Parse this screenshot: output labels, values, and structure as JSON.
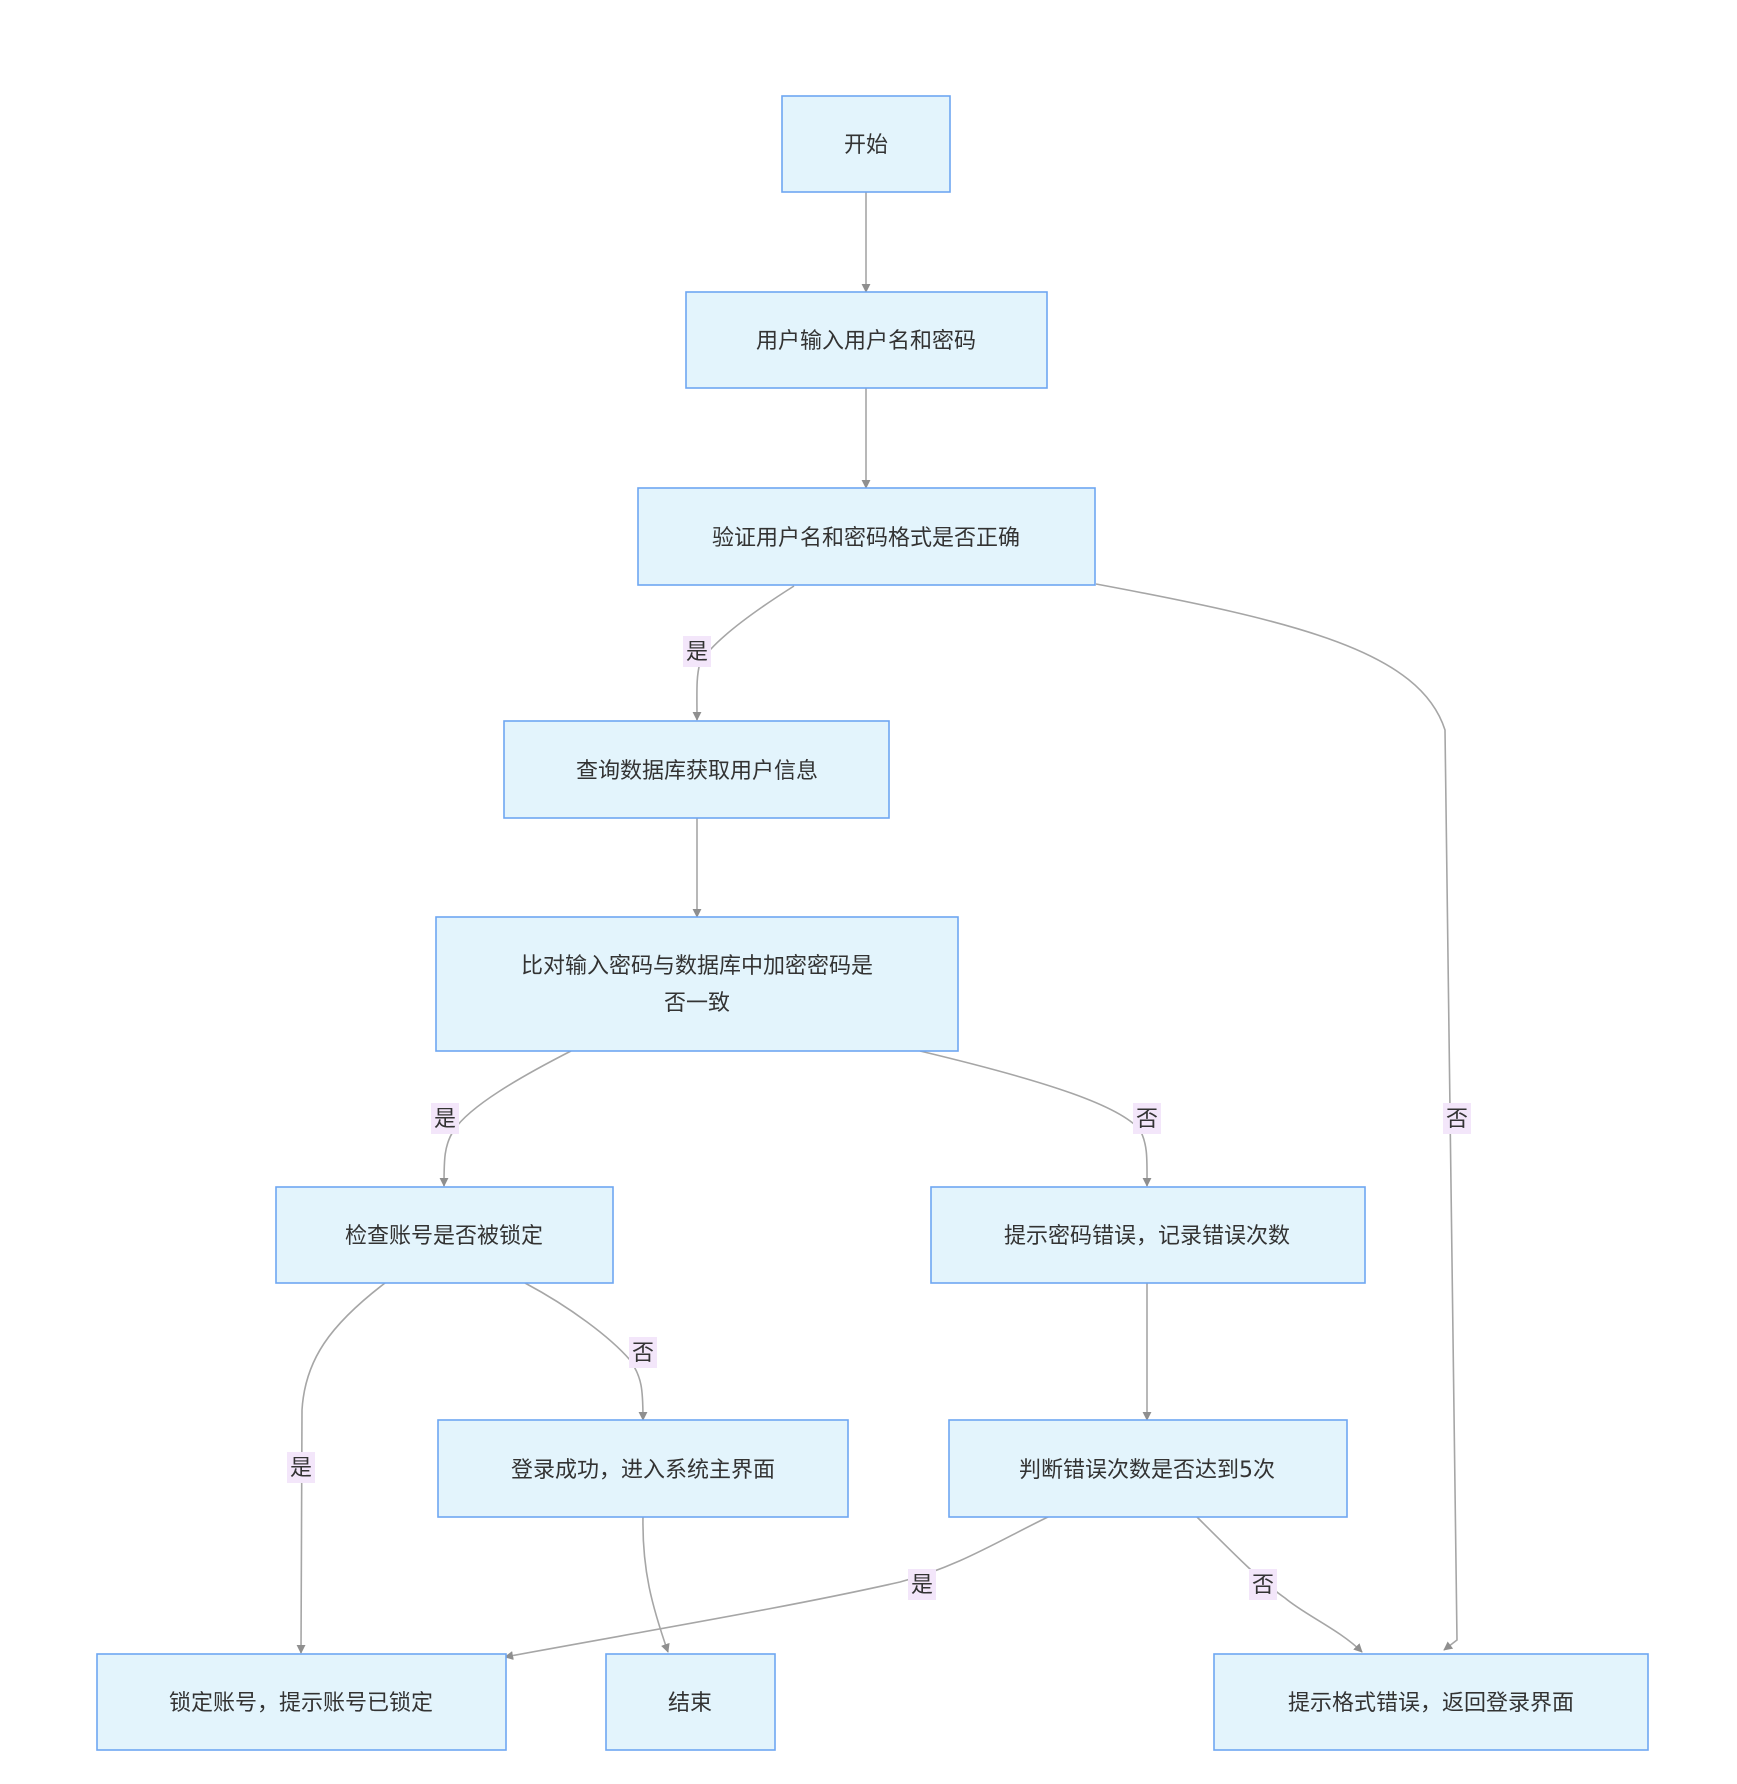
{
  "colors": {
    "node_fill": "#e3f4fc",
    "node_border": "#6ea6f2",
    "edge": "#a6a6a6",
    "edge_label_bg": "#f3e6fa",
    "text": "#333333"
  },
  "nodes": {
    "start": "开始",
    "input": "用户输入用户名和密码",
    "validate": "验证用户名和密码格式是否正确",
    "query": "查询数据库获取用户信息",
    "compare_line1": "比对输入密码与数据库中加密密码是",
    "compare_line2": "否一致",
    "check_lock": "检查账号是否被锁定",
    "wrong_pwd": "提示密码错误，记录错误次数",
    "success": "登录成功，进入系统主界面",
    "count_check": "判断错误次数是否达到5次",
    "lock": "锁定账号，提示账号已锁定",
    "end": "结束",
    "format_error": "提示格式错误，返回登录界面"
  },
  "edge_labels": {
    "validate_yes": "是",
    "validate_no": "否",
    "compare_yes": "是",
    "compare_no": "否",
    "lock_yes": "是",
    "lock_no": "否",
    "count_yes": "是",
    "count_no": "否"
  }
}
